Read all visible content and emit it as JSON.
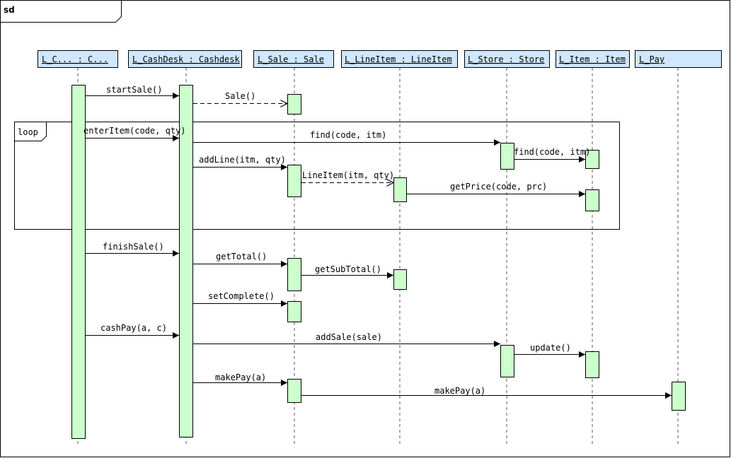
{
  "diagram": {
    "frame_label": "sd",
    "loop_label": "loop",
    "lifelines": [
      {
        "id": "customer",
        "label": "L_C... : C..."
      },
      {
        "id": "cashdesk",
        "label": "L_CashDesk : Cashdesk"
      },
      {
        "id": "sale",
        "label": "L_Sale : Sale"
      },
      {
        "id": "lineitem",
        "label": "L_LineItem : LineItem"
      },
      {
        "id": "store",
        "label": "L_Store : Store"
      },
      {
        "id": "item",
        "label": "L_Item : Item"
      },
      {
        "id": "pay",
        "label": "L_Pay"
      }
    ],
    "messages": [
      {
        "id": "startSale",
        "label": "startSale()",
        "from": "customer",
        "to": "cashdesk",
        "kind": "sync"
      },
      {
        "id": "newSale",
        "label": "Sale()",
        "from": "cashdesk",
        "to": "sale",
        "kind": "create"
      },
      {
        "id": "enterItem",
        "label": "enterItem(code, qty)",
        "from": "customer",
        "to": "cashdesk",
        "kind": "sync"
      },
      {
        "id": "find1",
        "label": "find(code, itm)",
        "from": "cashdesk",
        "to": "store",
        "kind": "sync"
      },
      {
        "id": "find2",
        "label": "find(code, itm)",
        "from": "store",
        "to": "item",
        "kind": "sync"
      },
      {
        "id": "addLine",
        "label": "addLine(itm, qty)",
        "from": "cashdesk",
        "to": "sale",
        "kind": "sync"
      },
      {
        "id": "newLineItem",
        "label": "LineItem(itm, qty)",
        "from": "sale",
        "to": "lineitem",
        "kind": "create"
      },
      {
        "id": "getPrice",
        "label": "getPrice(code, prc)",
        "from": "lineitem",
        "to": "item",
        "kind": "sync"
      },
      {
        "id": "finishSale",
        "label": "finishSale()",
        "from": "customer",
        "to": "cashdesk",
        "kind": "sync"
      },
      {
        "id": "getTotal",
        "label": "getTotal()",
        "from": "cashdesk",
        "to": "sale",
        "kind": "sync"
      },
      {
        "id": "getSubTotal",
        "label": "getSubTotal()",
        "from": "sale",
        "to": "lineitem",
        "kind": "sync"
      },
      {
        "id": "setComplete",
        "label": "setComplete()",
        "from": "cashdesk",
        "to": "sale",
        "kind": "sync"
      },
      {
        "id": "cashPay",
        "label": "cashPay(a, c)",
        "from": "customer",
        "to": "cashdesk",
        "kind": "sync"
      },
      {
        "id": "addSale",
        "label": "addSale(sale)",
        "from": "cashdesk",
        "to": "store",
        "kind": "sync"
      },
      {
        "id": "update",
        "label": "update()",
        "from": "store",
        "to": "item",
        "kind": "sync"
      },
      {
        "id": "makePay1",
        "label": "makePay(a)",
        "from": "cashdesk",
        "to": "sale",
        "kind": "sync"
      },
      {
        "id": "makePay2",
        "label": "makePay(a)",
        "from": "sale",
        "to": "pay",
        "kind": "sync"
      }
    ]
  },
  "colors": {
    "lifeline_head": "#cfe7ff",
    "activation": "#ccffcc",
    "line": "#000000",
    "dash": "#555555"
  }
}
